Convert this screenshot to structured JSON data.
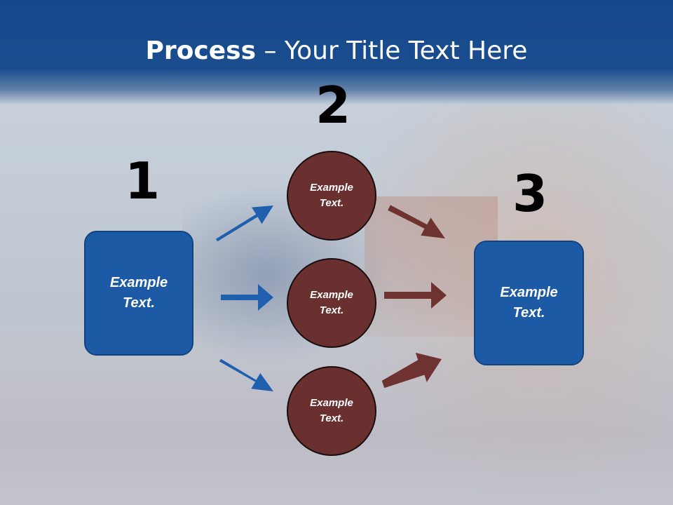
{
  "title": {
    "bold": "Process",
    "rest": " – Your Title Text Here"
  },
  "steps": [
    {
      "number": "1",
      "text": "Example Text."
    },
    {
      "number": "2",
      "circles": [
        "Example Text.",
        "Example Text.",
        "Example Text."
      ]
    },
    {
      "number": "3",
      "text": "Example Text."
    }
  ],
  "colors": {
    "header": "#16498c",
    "box": "#1c5aa6",
    "circle": "#6a2f2f",
    "blue_arrow": "#1f5fae",
    "red_arrow": "#6e3330"
  }
}
